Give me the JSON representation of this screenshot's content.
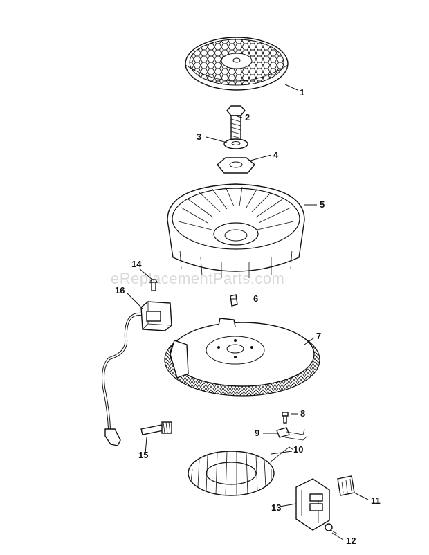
{
  "watermark": "eReplacementParts.com",
  "callouts": {
    "p1": "1",
    "p2": "2",
    "p3": "3",
    "p4": "4",
    "p5": "5",
    "p6": "6",
    "p7": "7",
    "p8": "8",
    "p9": "9",
    "p10": "10",
    "p11": "11",
    "p12": "12",
    "p13": "13",
    "p14": "14",
    "p15": "15",
    "p16": "16"
  }
}
